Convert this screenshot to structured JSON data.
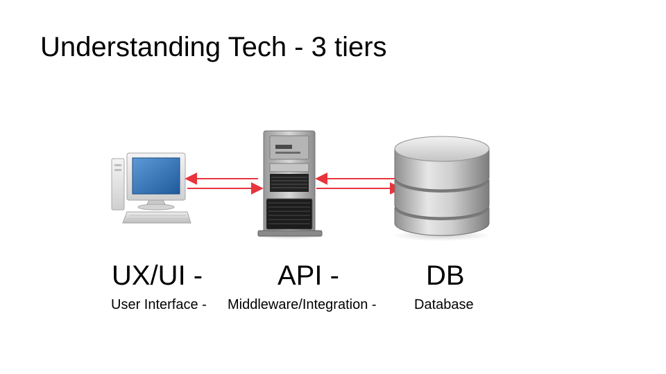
{
  "slide": {
    "title": "Understanding Tech - 3 tiers"
  },
  "tiers": [
    {
      "label": "UX/UI -",
      "sublabel": "User Interface -",
      "icon": "desktop-computer-icon"
    },
    {
      "label": "API  -",
      "sublabel": "Middleware/Integration -",
      "icon": "server-tower-icon"
    },
    {
      "label": "DB",
      "sublabel": "Database",
      "icon": "database-cylinder-icon"
    }
  ],
  "colors": {
    "arrow": "#e8343c",
    "screen": "#2e6fb3",
    "background": "#ffffff"
  }
}
